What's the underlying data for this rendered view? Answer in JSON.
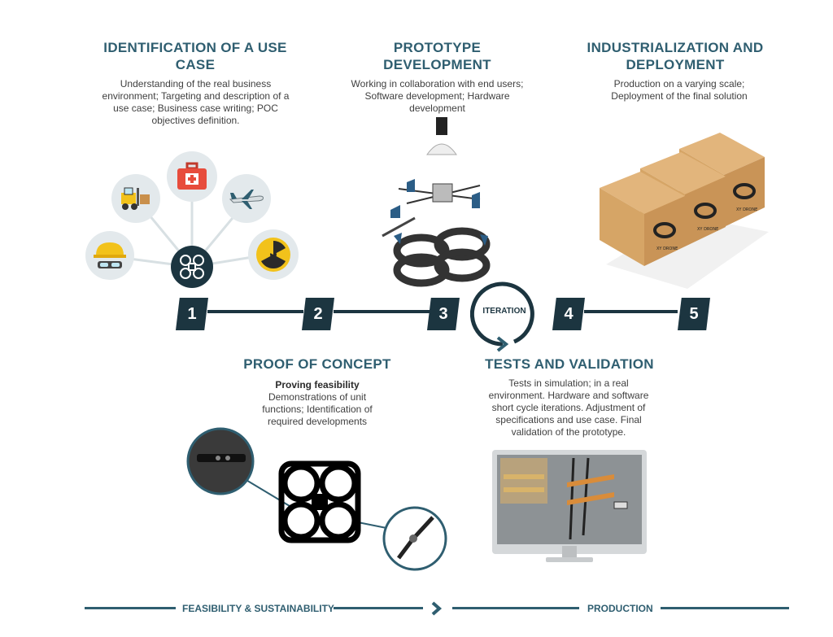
{
  "stages": {
    "use_case": {
      "title": "IDENTIFICATION OF A USE CASE",
      "desc": "Understanding of the real business environment; Targeting and description of a use case; Business case writing; POC objectives definition."
    },
    "prototype": {
      "title": "PROTOTYPE DEVELOPMENT",
      "desc": "Working in collaboration with end users; Software development; Hardware development"
    },
    "industrialization": {
      "title": "INDUSTRIALIZATION AND DEPLOYMENT",
      "desc": "Production on a varying scale; Deployment of the final solution"
    },
    "poc": {
      "title": "PROOF OF CONCEPT",
      "subtitle": "Proving feasibility",
      "desc": "Demonstrations of unit functions; Identification of required developments"
    },
    "tests": {
      "title": "TESTS AND VALIDATION",
      "desc": "Tests in simulation; in a real environment. Hardware and software short cycle iterations. Adjustment of specifications and use case. Final validation of the prototype."
    }
  },
  "timeline": {
    "steps": [
      "1",
      "2",
      "3",
      "4",
      "5"
    ],
    "iteration_label": "ITERATION"
  },
  "bottom_bar": {
    "left_label": "FEASIBILITY & SUSTAINABILITY",
    "right_label": "PRODUCTION"
  },
  "box_brand": "XY DRONE",
  "icons": [
    "hard-hat-icon",
    "forklift-icon",
    "first-aid-kit-icon",
    "airplane-icon",
    "radiation-icon",
    "drone-icon"
  ],
  "colors": {
    "heading": "#2f5e70",
    "dark": "#1c3540",
    "circle_bg": "#e3e9ec"
  }
}
